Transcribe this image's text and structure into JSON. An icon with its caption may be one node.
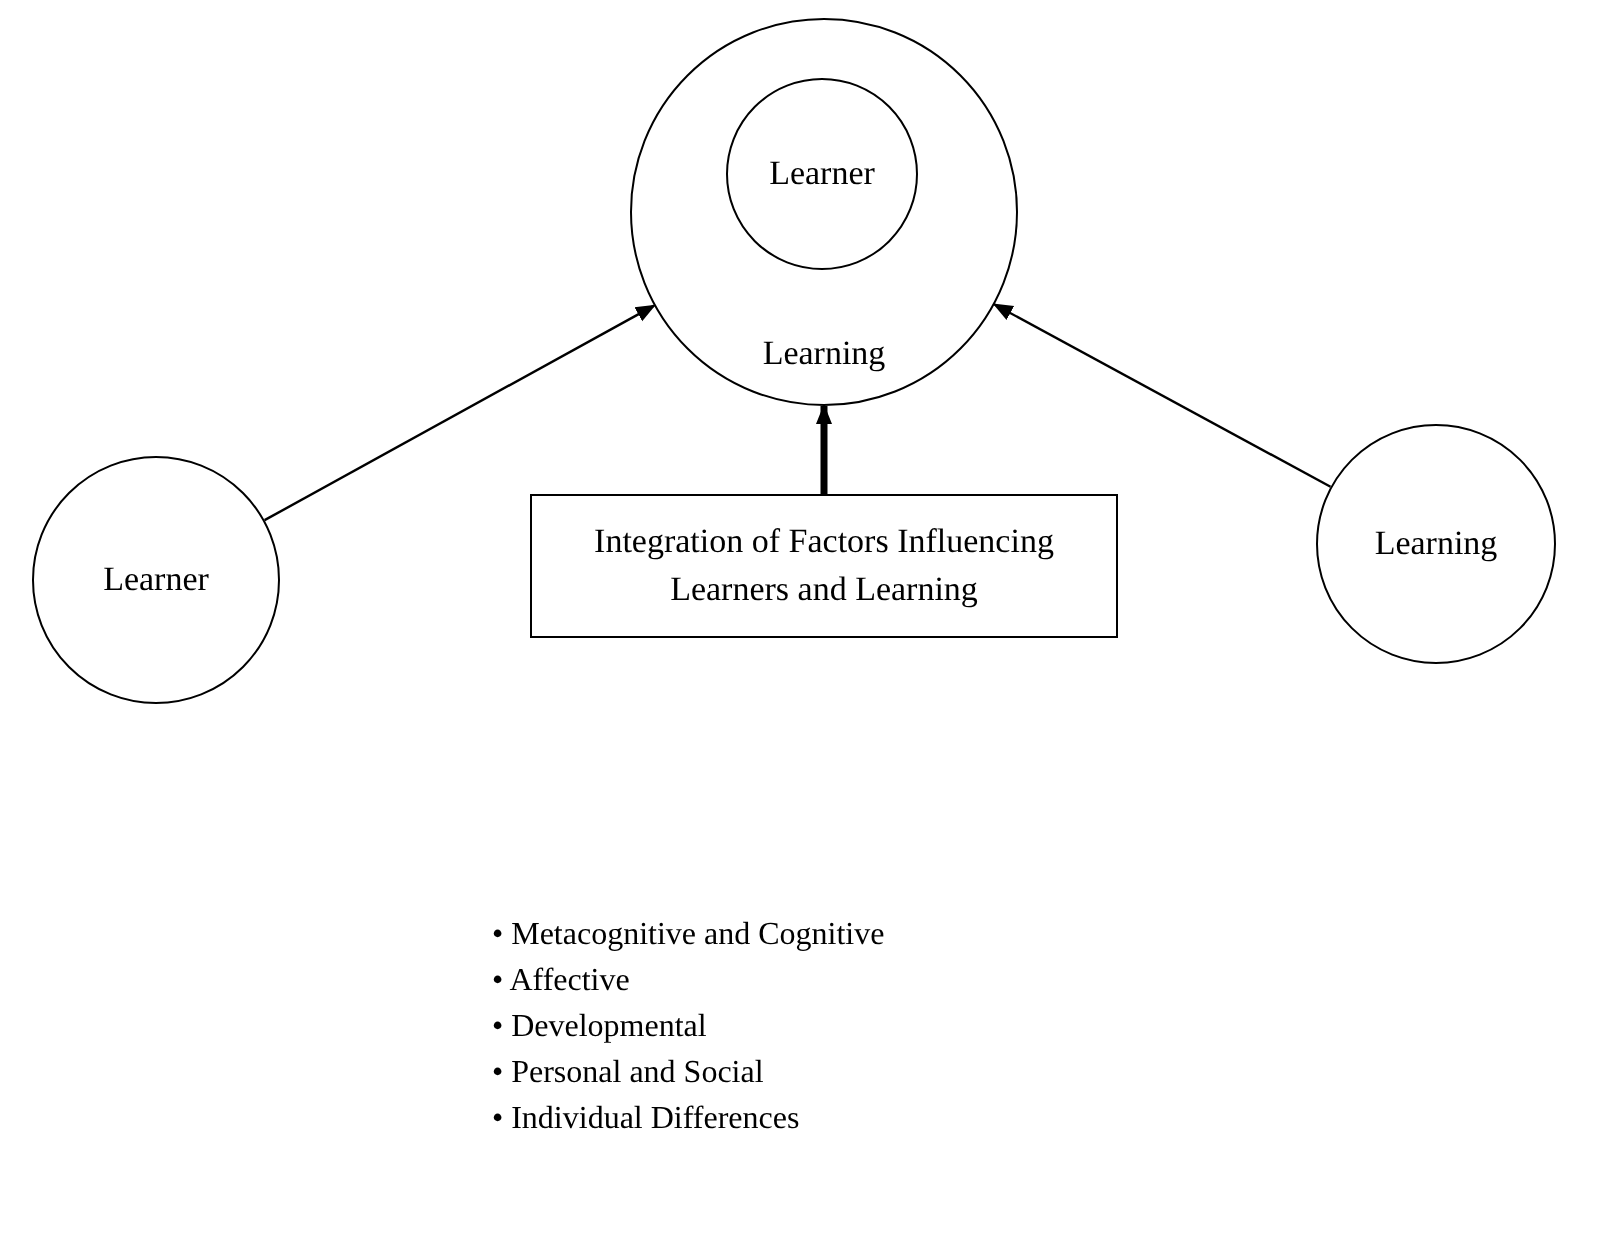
{
  "diagram": {
    "nodes": [
      {
        "text": [
          "Learning"
        ]
      },
      {
        "text": [
          "Learner"
        ],
        "in": 0
      },
      {
        "text": [
          "Learner"
        ]
      },
      {
        "text": [
          "Learning"
        ]
      },
      {
        "text": [
          "Integration of Factors Influencing Learners and Learning"
        ]
      }
    ],
    "edges": [
      {
        "from": 2,
        "to": 0,
        "arrow": "to"
      },
      {
        "from": 3,
        "to": 0,
        "arrow": "to"
      },
      {
        "from": 4,
        "to": 0,
        "arrow": "to",
        "style": "thick"
      }
    ],
    "labels": [
      "• Metacognitive and Cognitive",
      "• Affective",
      "• Developmental",
      "• Personal and Social",
      "• Individual Differences"
    ]
  }
}
